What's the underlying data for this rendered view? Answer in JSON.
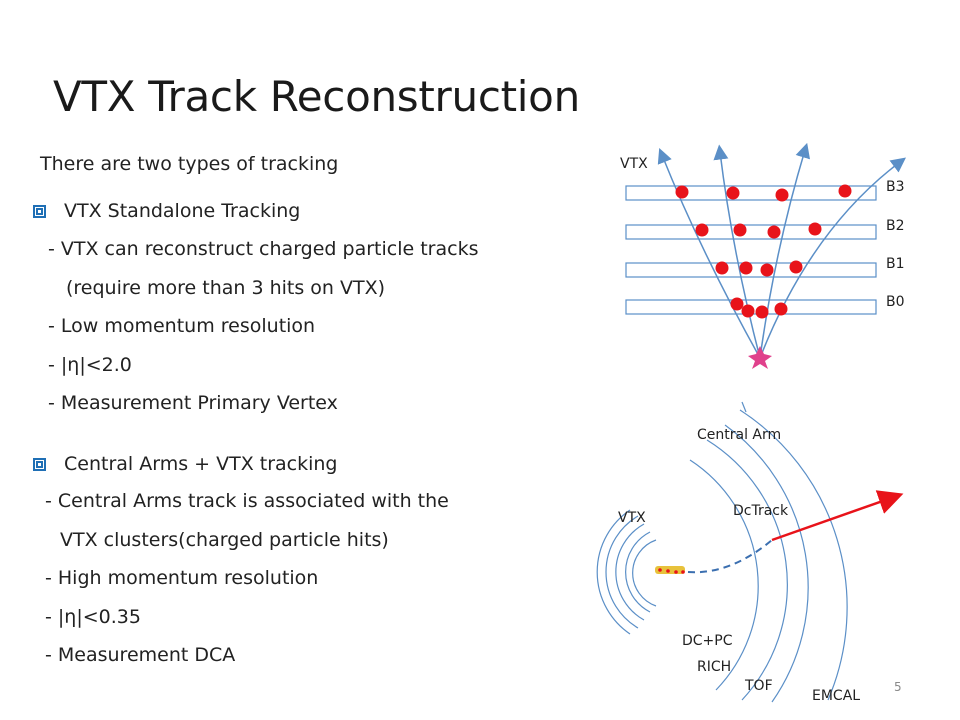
{
  "slide": {
    "title": "VTX Track Reconstruction",
    "intro": "There are two types of tracking",
    "page_number": "5",
    "sections": [
      {
        "heading": "VTX Standalone Tracking",
        "lines": [
          "- VTX can reconstruct charged particle tracks",
          "(require more than 3 hits on VTX)",
          "- Low momentum resolution",
          "- |η|<2.0",
          "- Measurement Primary Vertex"
        ]
      },
      {
        "heading": "Central Arms + VTX tracking",
        "lines": [
          "- Central Arms track is associated with the",
          "VTX clusters(charged particle hits)",
          "- High momentum resolution",
          "- |η|<0.35",
          "- Measurement DCA"
        ]
      }
    ]
  },
  "diagram_top": {
    "vtx_label": "VTX",
    "layers": [
      "B3",
      "B2",
      "B1",
      "B0"
    ],
    "hit_color": "#e8131a",
    "track_color": "#5b8fc7",
    "vertex_color": "#e0418c"
  },
  "diagram_bottom": {
    "central_arm_label": "Central Arm",
    "vtx_label": "VTX",
    "dctrack_label": "DcTrack",
    "detector_labels": [
      "DC+PC",
      "RICH",
      "TOF",
      "EMCAL"
    ],
    "track_color": "#e8131a",
    "arc_color": "#5b8fc7"
  }
}
